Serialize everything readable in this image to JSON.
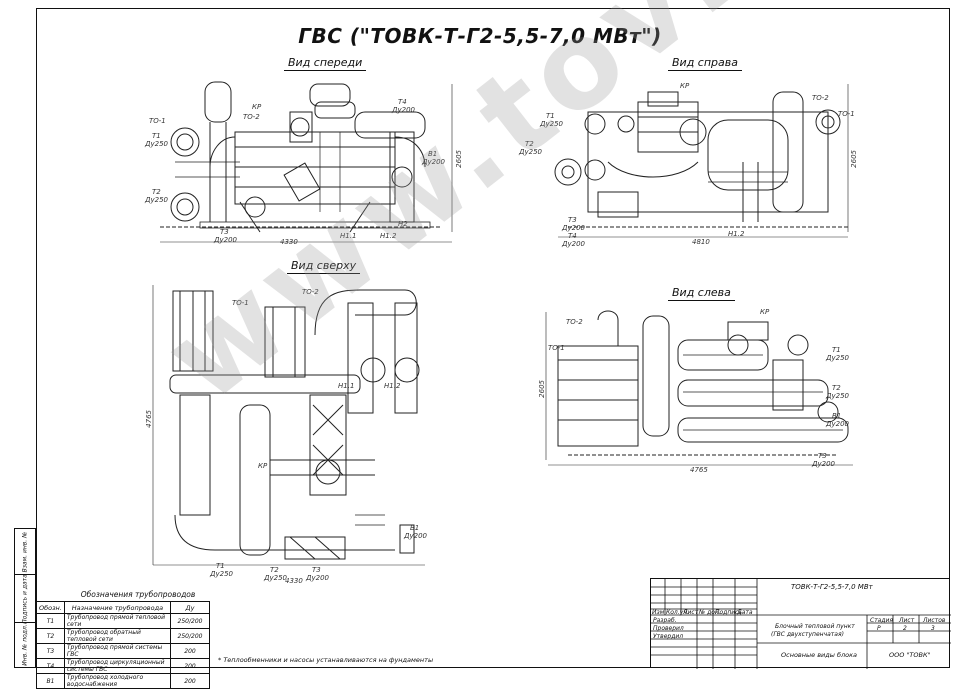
{
  "title": "ГВС (\"ТОВК-Т-Г2-5,5-7,0 МВт\")",
  "views": {
    "front": "Вид спереди",
    "right": "Вид справа",
    "top": "Вид сверху",
    "left": "Вид слева"
  },
  "dimensions": {
    "front_width": "4330",
    "front_height": "2605",
    "right_width": "4810",
    "right_height": "2605",
    "top_width": "4330",
    "top_height": "4765",
    "left_width": "4765",
    "left_height": "2605"
  },
  "callouts": {
    "front": [
      "ТО-1",
      "Т1",
      "Ду250",
      "Т2",
      "Ду250",
      "КР",
      "ТО-2",
      "Т4",
      "Ду200",
      "В1",
      "Ду200",
      "Т3",
      "Ду200",
      "Н1.1",
      "Н1.2",
      "Н2"
    ],
    "right": [
      "КР",
      "Т1",
      "Ду250",
      "Т2",
      "Ду250",
      "Т3",
      "Ду200",
      "Т4",
      "Ду200",
      "ТО-2",
      "ТО-1",
      "Н1.2"
    ],
    "top": [
      "ТО-1",
      "ТО-2",
      "Н1.1",
      "Н1.2",
      "КР",
      "Т1",
      "Ду250",
      "Т2",
      "Ду250",
      "Т3",
      "Ду200",
      "В1",
      "Ду200"
    ],
    "left": [
      "ТО-2",
      "ТО-1",
      "КР",
      "Т1",
      "Ду250",
      "Т2",
      "Ду250",
      "В1",
      "Ду200",
      "Т3",
      "Ду200"
    ]
  },
  "side_strip": [
    "Взам. инв. №",
    "Подпись и дата",
    "Инв. № подл."
  ],
  "legend": {
    "title": "Обозначения трубопроводов",
    "headers": [
      "Обозн.",
      "Назначение трубопровода",
      "Ду"
    ],
    "rows": [
      [
        "Т1",
        "Трубопровод прямой тепловой сети",
        "250/200"
      ],
      [
        "Т2",
        "Трубопровод обратный тепловой сети",
        "250/200"
      ],
      [
        "Т3",
        "Трубопровод прямой системы ГВС",
        "200"
      ],
      [
        "Т4",
        "Трубопровод циркуляционный системы ГВС",
        "200"
      ],
      [
        "В1",
        "Трубопровод холодного водоснабжения",
        "200"
      ]
    ]
  },
  "note": "* Теплообменники и насосы устанавливаются на фундаменты",
  "title_block": {
    "code": "ТОВК-Т-Г2-5,5-7,0 МВт",
    "columns": [
      "Изм",
      "Кол.уч.",
      "Лист",
      "№ док.",
      "Подпись",
      "Дата"
    ],
    "roles": [
      "Разраб.",
      "Проверил",
      "Утвердил"
    ],
    "object_line1": "Блочный тепловой пункт",
    "object_line2": "(ГВС двухступенчатая)",
    "stage_label": "Стадия",
    "sheet_label": "Лист",
    "sheets_label": "Листов",
    "stage": "Р",
    "sheet": "2",
    "sheets": "3",
    "doc_title": "Основные виды блока",
    "company": "ООО \"ТОВК\""
  },
  "watermark": "www.tovk.ru"
}
